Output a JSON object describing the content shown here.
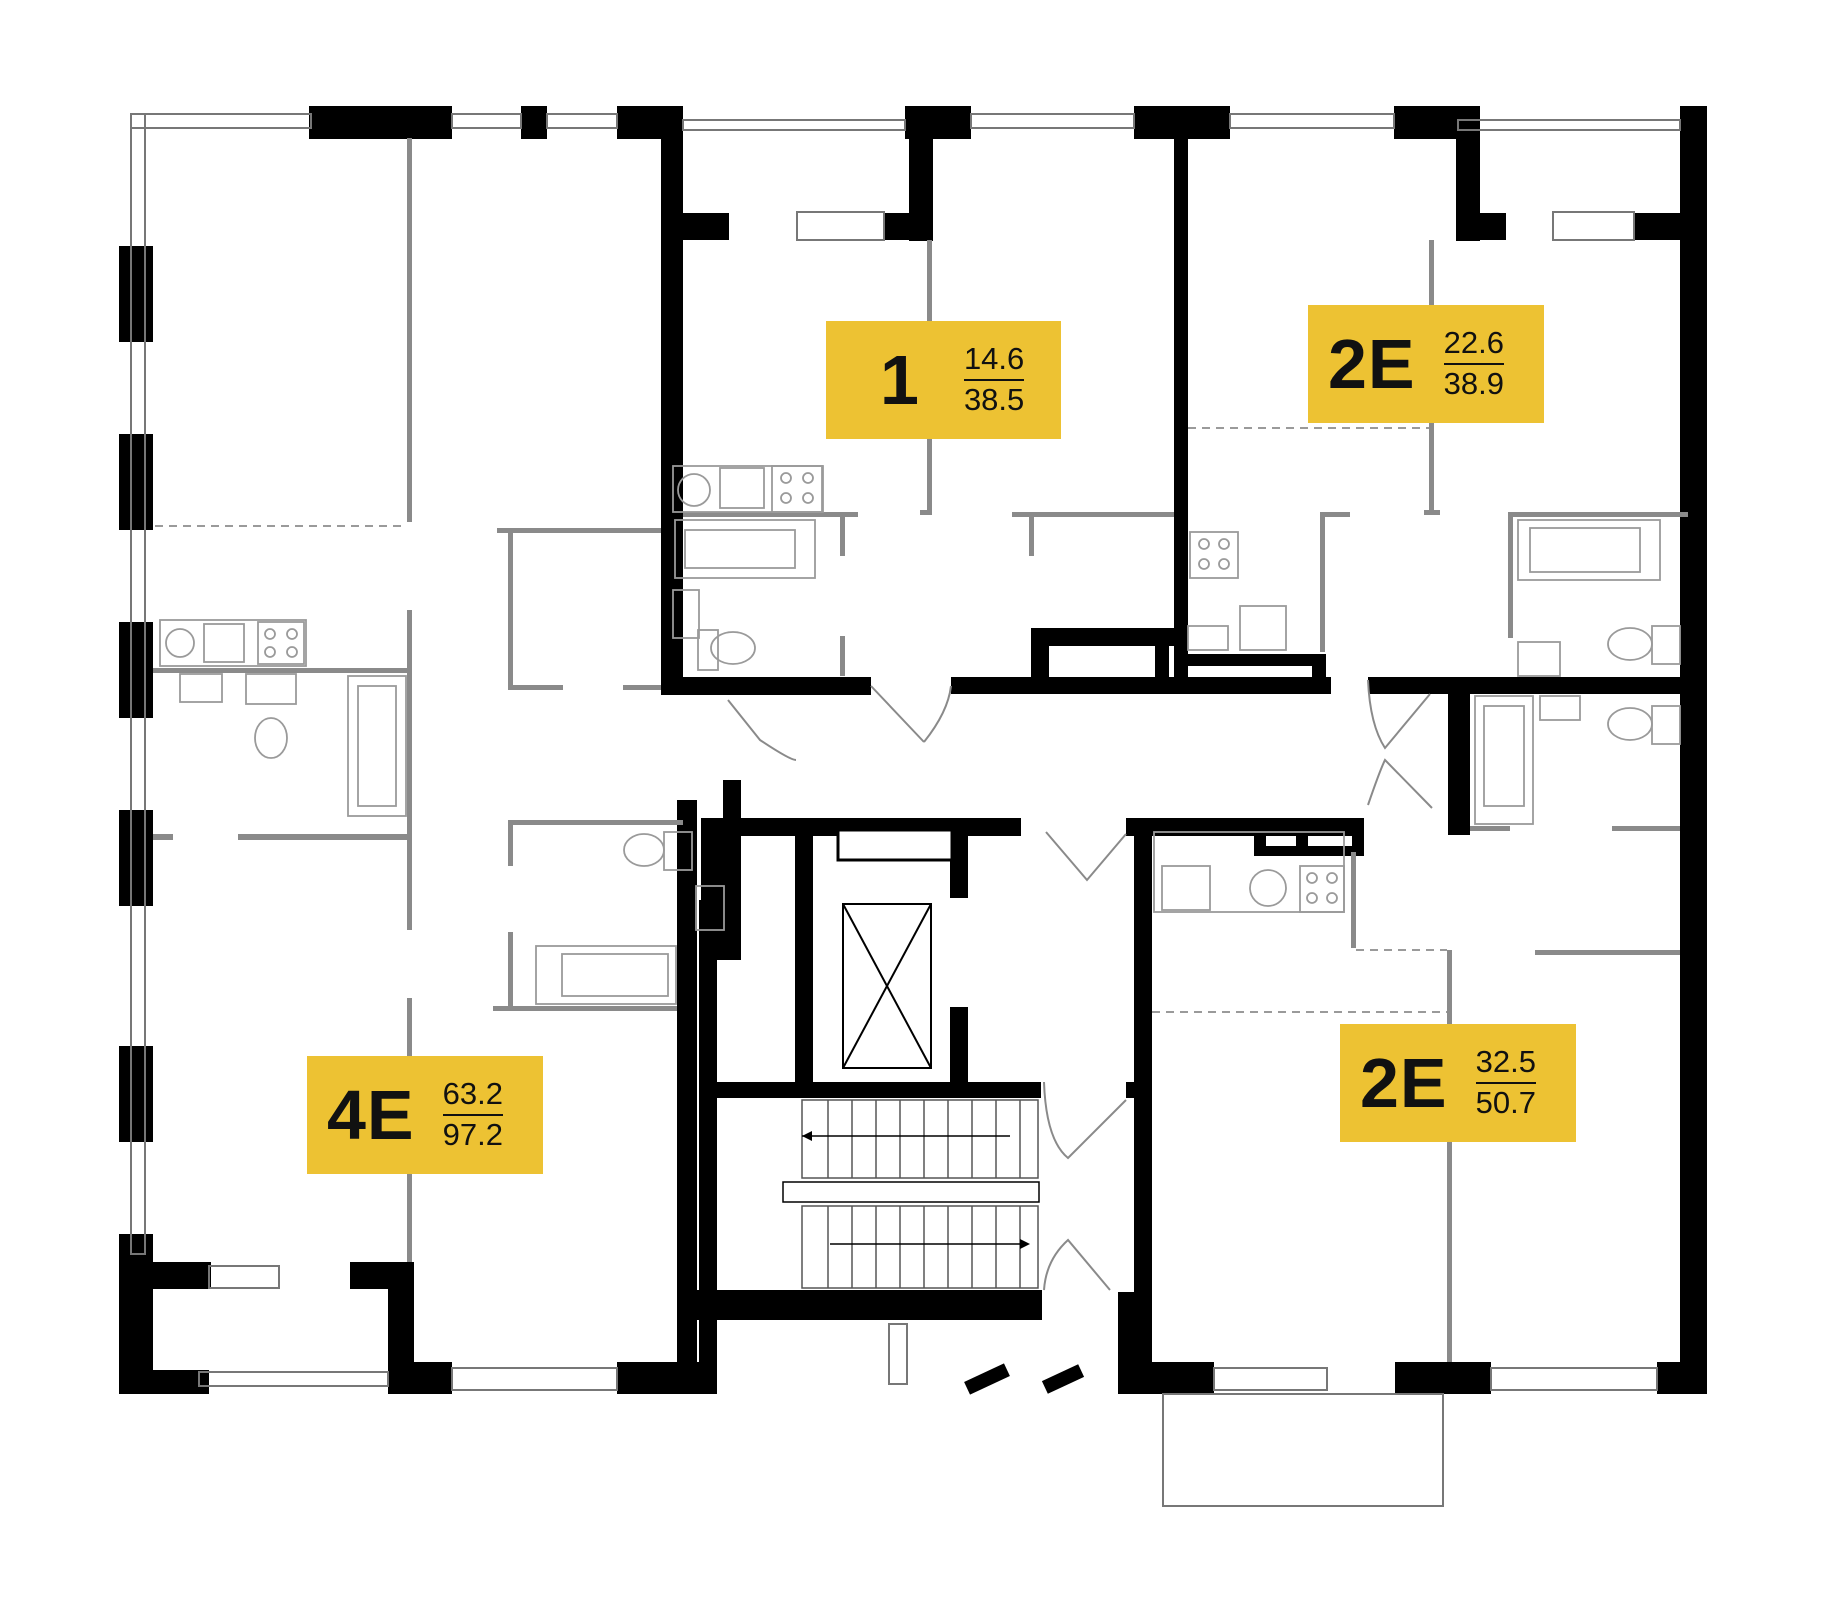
{
  "floor_plan": {
    "colors": {
      "wall": "#000000",
      "partition": "#8a8a8a",
      "fixture": "#9a9a9a",
      "badge": "#EDC233",
      "text": "#111111"
    },
    "apartments": [
      {
        "type": "1",
        "living_area": "14.6",
        "total_area": "38.5"
      },
      {
        "type": "2E",
        "living_area": "22.6",
        "total_area": "38.9"
      },
      {
        "type": "2E",
        "living_area": "32.5",
        "total_area": "50.7"
      },
      {
        "type": "4E",
        "living_area": "63.2",
        "total_area": "97.2"
      }
    ]
  }
}
